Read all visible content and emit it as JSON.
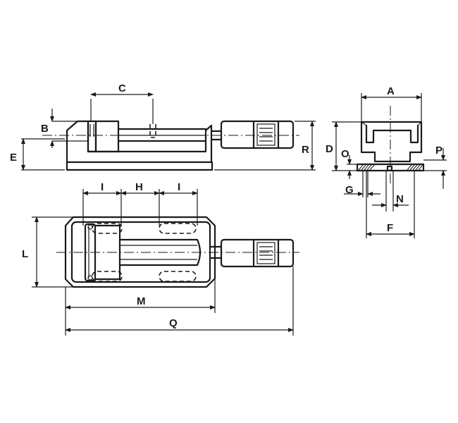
{
  "labels": {
    "A": "A",
    "B": "B",
    "C": "C",
    "D": "D",
    "E": "E",
    "F": "F",
    "G": "G",
    "H": "H",
    "I1": "I",
    "I2": "I",
    "L": "L",
    "M": "M",
    "N": "N",
    "O": "O",
    "P": "P",
    "Q": "Q",
    "R": "R"
  },
  "colors": {
    "line": "#1a1a1a",
    "background": "#ffffff"
  }
}
